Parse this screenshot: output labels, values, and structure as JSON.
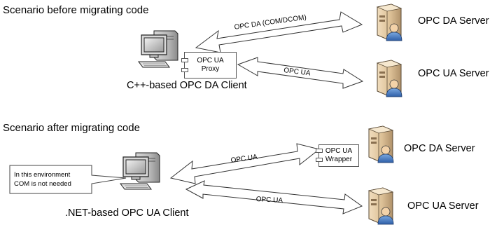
{
  "diagram": {
    "top_section": {
      "heading": "Scenario before migrating code",
      "client_label": "C++-based OPC DA Client",
      "proxy": {
        "line1": "OPC UA",
        "line2": "Proxy"
      },
      "arrow_da": "OPC DA (COM/DCOM)",
      "arrow_ua": "OPC UA",
      "server_da": "OPC DA Server",
      "server_ua": "OPC UA Server"
    },
    "bottom_section": {
      "heading": "Scenario after migrating code",
      "client_label": ".NET-based OPC UA Client",
      "wrapper": {
        "line1": "OPC UA",
        "line2": "Wrapper"
      },
      "arrow_to_wrapper": "OPC UA",
      "arrow_to_server": "OPC UA",
      "server_da": "OPC DA Server",
      "server_ua": "OPC UA Server",
      "note": {
        "line1": "In this environment",
        "line2": "COM is not needed"
      }
    }
  }
}
